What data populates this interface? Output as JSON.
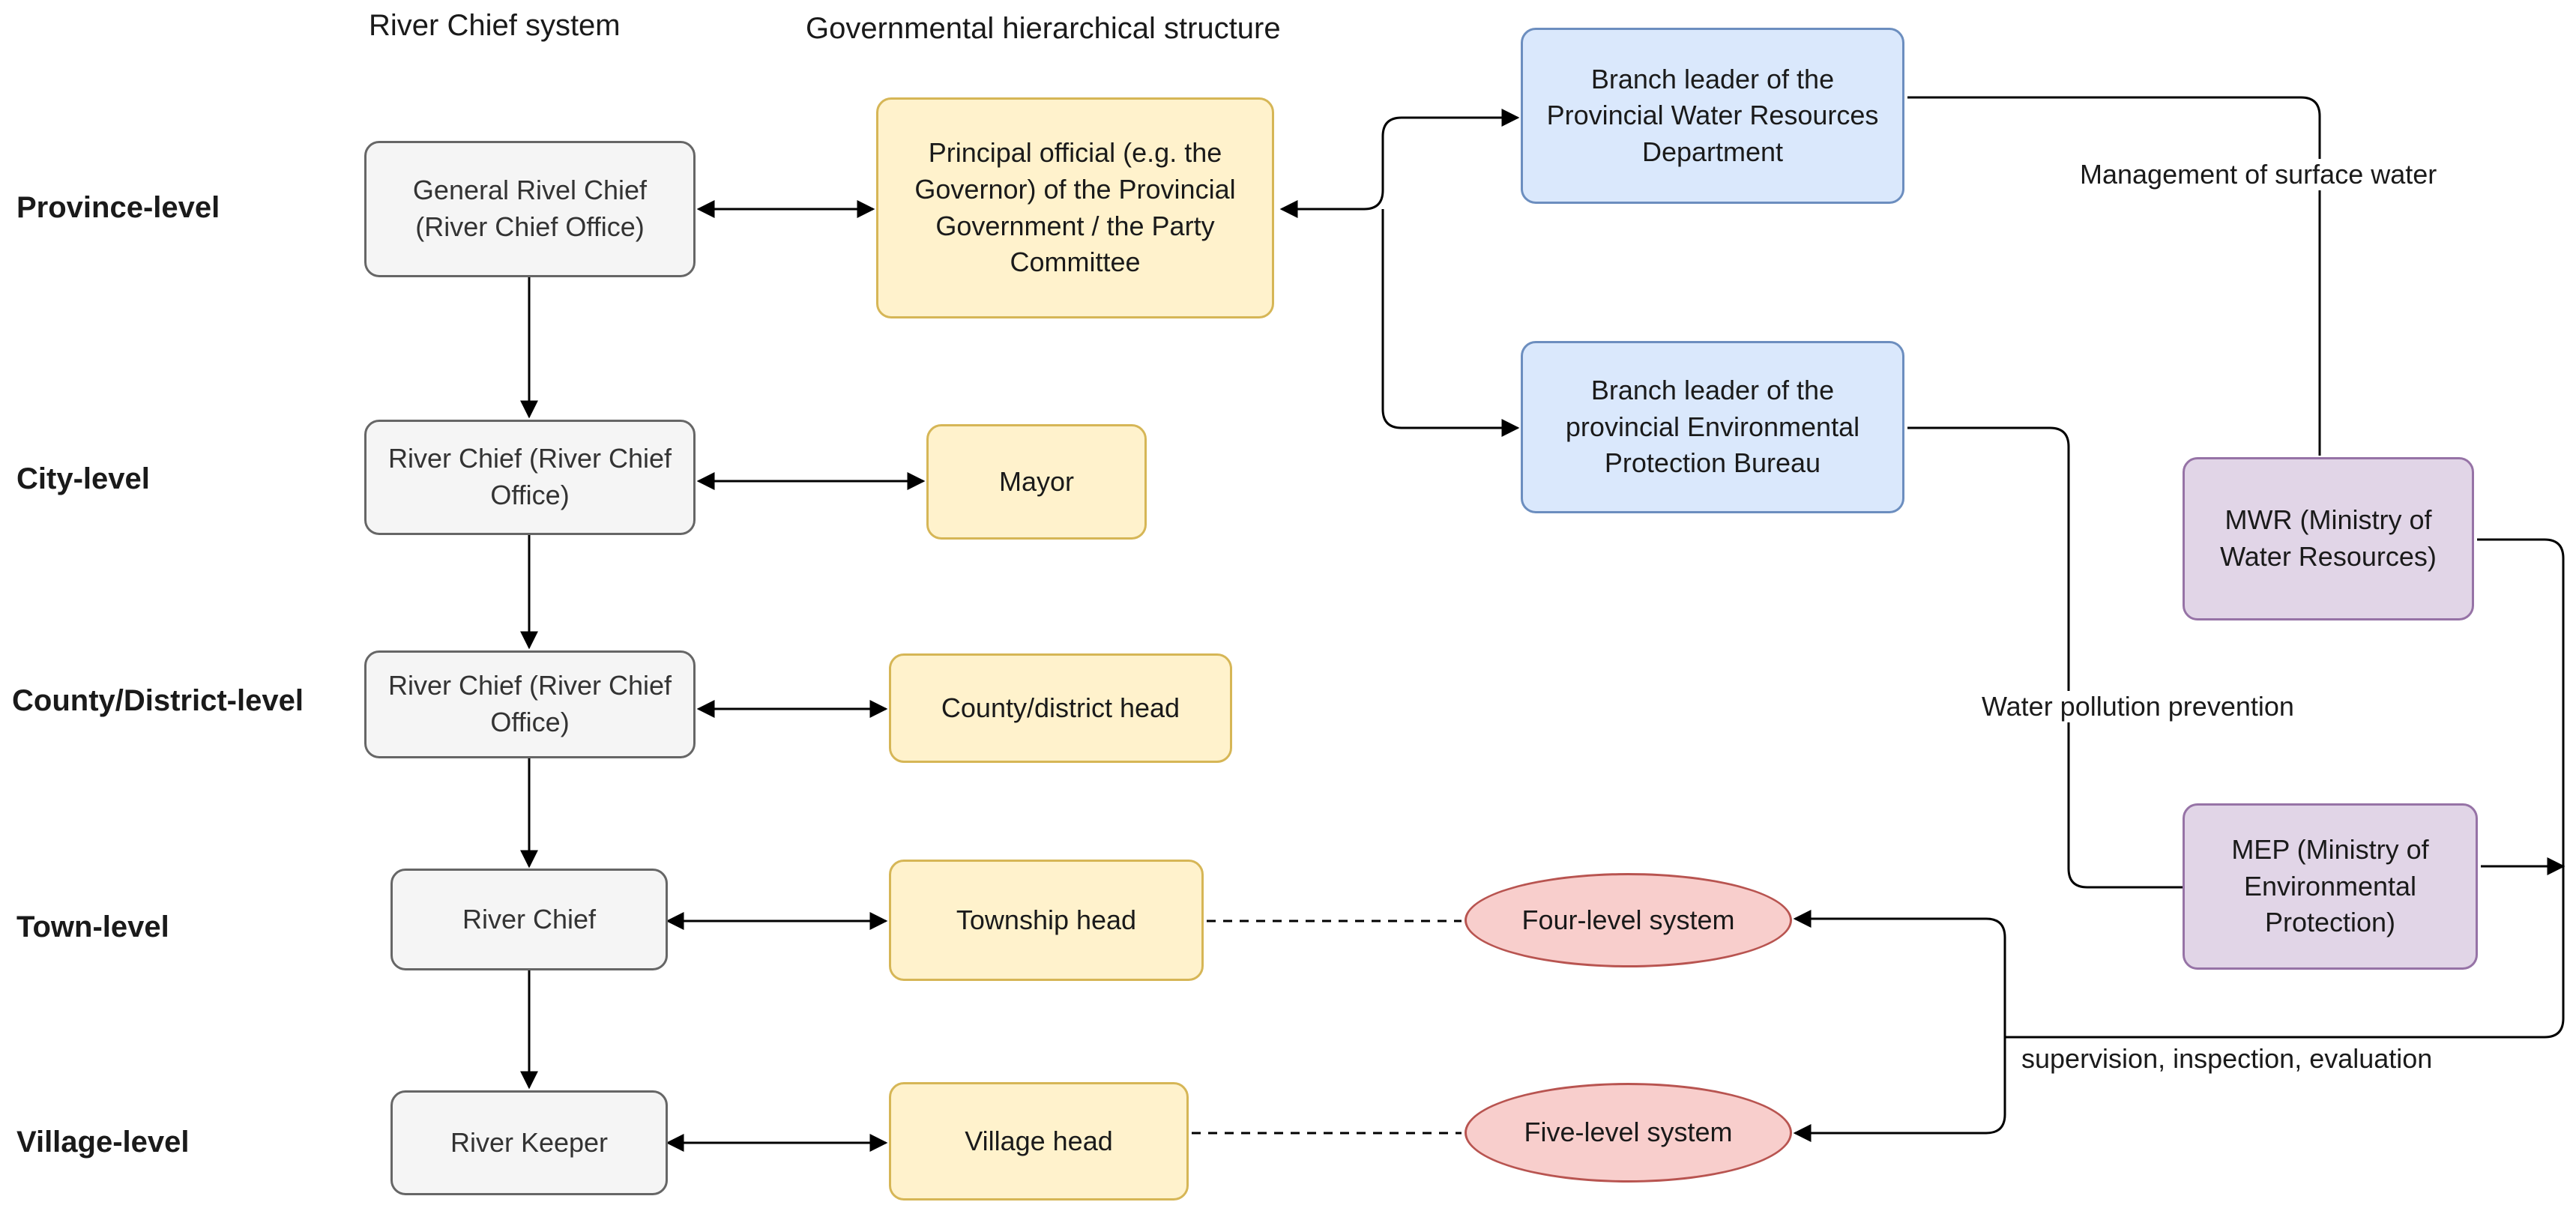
{
  "headers": {
    "river_chief_system": "River Chief system",
    "governmental_structure": "Governmental hierarchical structure"
  },
  "levels": {
    "province": "Province-level",
    "city": "City-level",
    "county": "County/District-level",
    "town": "Town-level",
    "village": "Village-level"
  },
  "river_chief_nodes": {
    "province": "General Rivel Chief (River Chief Office)",
    "city": "River Chief (River Chief Office)",
    "county": "River Chief (River Chief Office)",
    "town": "River Chief",
    "village": "River Keeper"
  },
  "government_nodes": {
    "province": "Principal official (e.g. the Governor) of the Provincial Government / the Party Committee",
    "city": "Mayor",
    "county": "County/district head",
    "town": "Township head",
    "village": "Village head"
  },
  "branch_nodes": {
    "water_resources": "Branch leader of the Provincial Water Resources Department",
    "environmental": "Branch leader of the provincial Environmental Protection Bureau"
  },
  "ministry_nodes": {
    "mwr": "MWR (Ministry of Water Resources)",
    "mep": "MEP (Ministry of Environmental Protection)"
  },
  "system_nodes": {
    "four_level": "Four-level system",
    "five_level": "Five-level system"
  },
  "edge_labels": {
    "surface_water": "Management of surface water",
    "pollution": "Water pollution prevention",
    "supervision": "supervision, inspection, evaluation"
  },
  "colors": {
    "gray_fill": "#f5f5f5",
    "yellow_fill": "#fff2cc",
    "blue_fill": "#dae8fc",
    "purple_fill": "#e1d5e7",
    "red_fill": "#f8cecc"
  }
}
